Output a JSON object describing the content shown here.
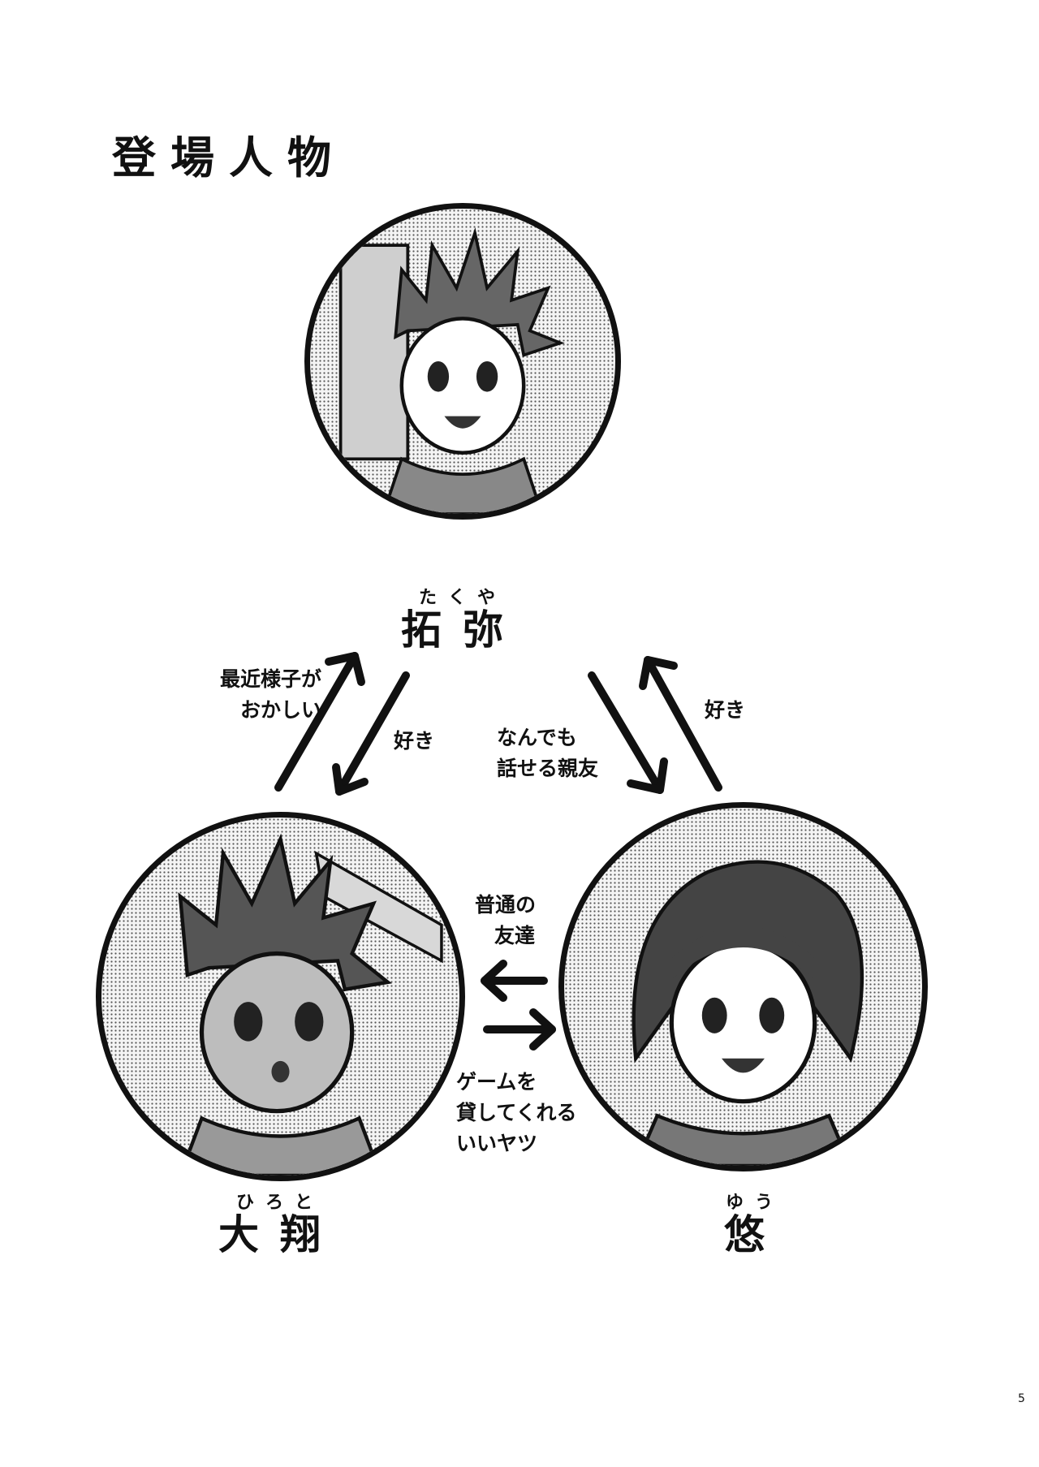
{
  "page": {
    "title": "登場人物",
    "page_number": "5"
  },
  "characters": {
    "takuya": {
      "ruby": "たくや",
      "name": "拓弥"
    },
    "hiroto": {
      "ruby": "ひろと",
      "name": "大翔"
    },
    "yuu": {
      "ruby": "ゆう",
      "name": "悠"
    }
  },
  "relations": {
    "hiroto_about_takuya_line1": "最近様子が",
    "hiroto_about_takuya_line2": "おかしい",
    "takuya_to_hiroto": "好き",
    "takuya_to_yuu_line1": "なんでも",
    "takuya_to_yuu_line2": "話せる親友",
    "yuu_to_takuya": "好き",
    "yuu_to_hiroto_line1": "普通の",
    "yuu_to_hiroto_line2": "友達",
    "hiroto_to_yuu_line1": "ゲームを",
    "hiroto_to_yuu_line2": "貸してくれる",
    "hiroto_to_yuu_line3": "いいヤツ"
  },
  "icons": {
    "portrait_takuya": "boy-spiky-hair-portrait",
    "portrait_hiroto": "boy-spiky-hair-portrait",
    "portrait_yuu": "boy-bob-hair-portrait",
    "arrow": "bold-open-arrow"
  }
}
